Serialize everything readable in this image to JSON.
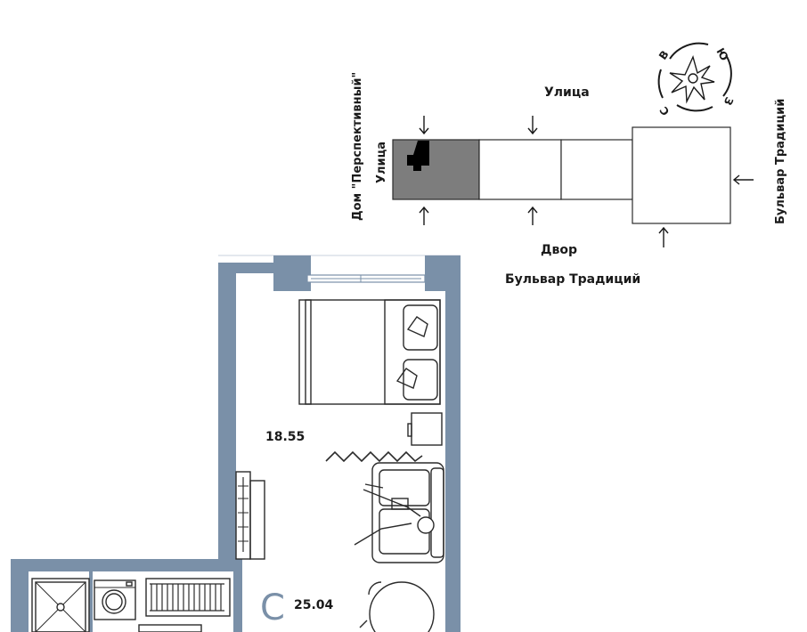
{
  "site_plan": {
    "house_label": "Дом \"Перспективный\"",
    "street_left": "Улица",
    "street_top": "Улица",
    "yard_label": "Двор",
    "boulevard_bottom": "Бульвар Традиций",
    "boulevard_right": "Бульвар Традиций"
  },
  "compass": {
    "directions": [
      "Ю",
      "В",
      "С",
      "З"
    ]
  },
  "apartment": {
    "room_area": "18.55",
    "total_area_prefix": "С",
    "total_area": "25.04"
  },
  "colors": {
    "wall": "#7a90a8",
    "building_highlight": "#7d7d7d",
    "apartment_marker": "#000000",
    "lines": "#2b2b2b"
  }
}
